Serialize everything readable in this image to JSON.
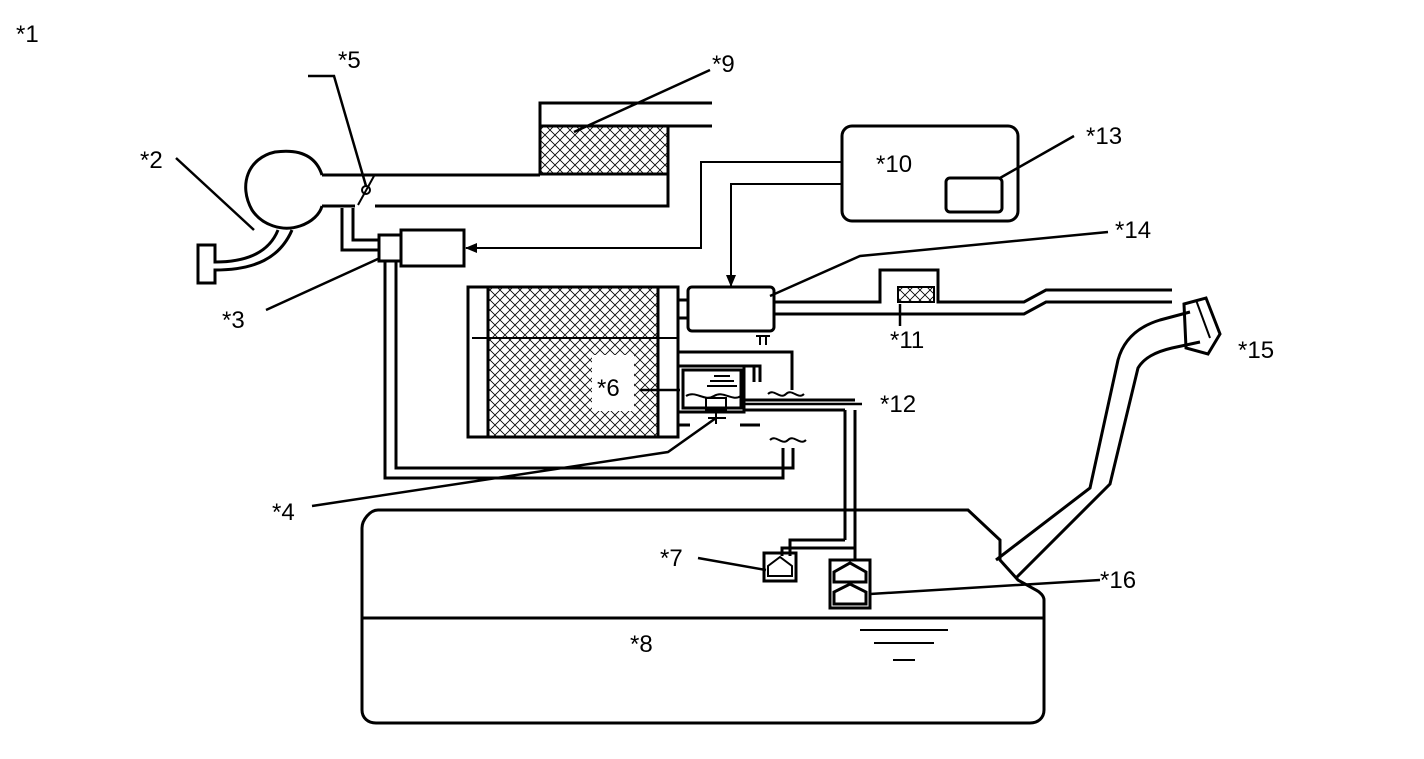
{
  "figure_number": "*1",
  "callouts": [
    {
      "id": "c2",
      "text": "*2"
    },
    {
      "id": "c3",
      "text": "*3"
    },
    {
      "id": "c4",
      "text": "*4"
    },
    {
      "id": "c5",
      "text": "*5"
    },
    {
      "id": "c6",
      "text": "*6"
    },
    {
      "id": "c7",
      "text": "*7"
    },
    {
      "id": "c8",
      "text": "*8"
    },
    {
      "id": "c9",
      "text": "*9"
    },
    {
      "id": "c10",
      "text": "*10"
    },
    {
      "id": "c11",
      "text": "*11"
    },
    {
      "id": "c12",
      "text": "*12"
    },
    {
      "id": "c13",
      "text": "*13"
    },
    {
      "id": "c14",
      "text": "*14"
    },
    {
      "id": "c15",
      "text": "*15"
    },
    {
      "id": "c16",
      "text": "*16"
    }
  ]
}
